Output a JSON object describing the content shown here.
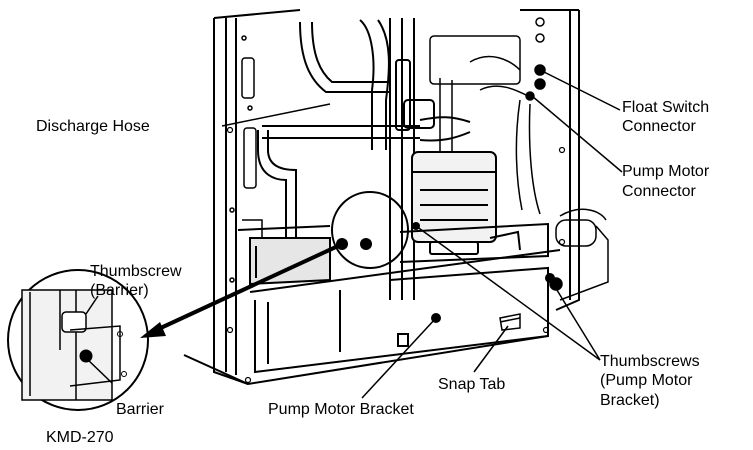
{
  "callouts": {
    "discharge_hose": "Discharge Hose",
    "float_switch_connector_l1": "Float Switch",
    "float_switch_connector_l2": "Connector",
    "pump_motor_connector_l1": "Pump Motor",
    "pump_motor_connector_l2": "Connector",
    "thumbscrew_barrier_l1": "Thumbscrew",
    "thumbscrew_barrier_l2": "(Barrier)",
    "thumbscrews_bracket_l1": "Thumbscrews",
    "thumbscrews_bracket_l2": "(Pump Motor",
    "thumbscrews_bracket_l3": "Bracket)",
    "snap_tab": "Snap Tab",
    "barrier": "Barrier",
    "pump_motor_bracket": "Pump Motor Bracket",
    "model": "KMD-270"
  },
  "colors": {
    "ink": "#000000",
    "paper": "#ffffff",
    "shade": "#d9d9d9"
  }
}
